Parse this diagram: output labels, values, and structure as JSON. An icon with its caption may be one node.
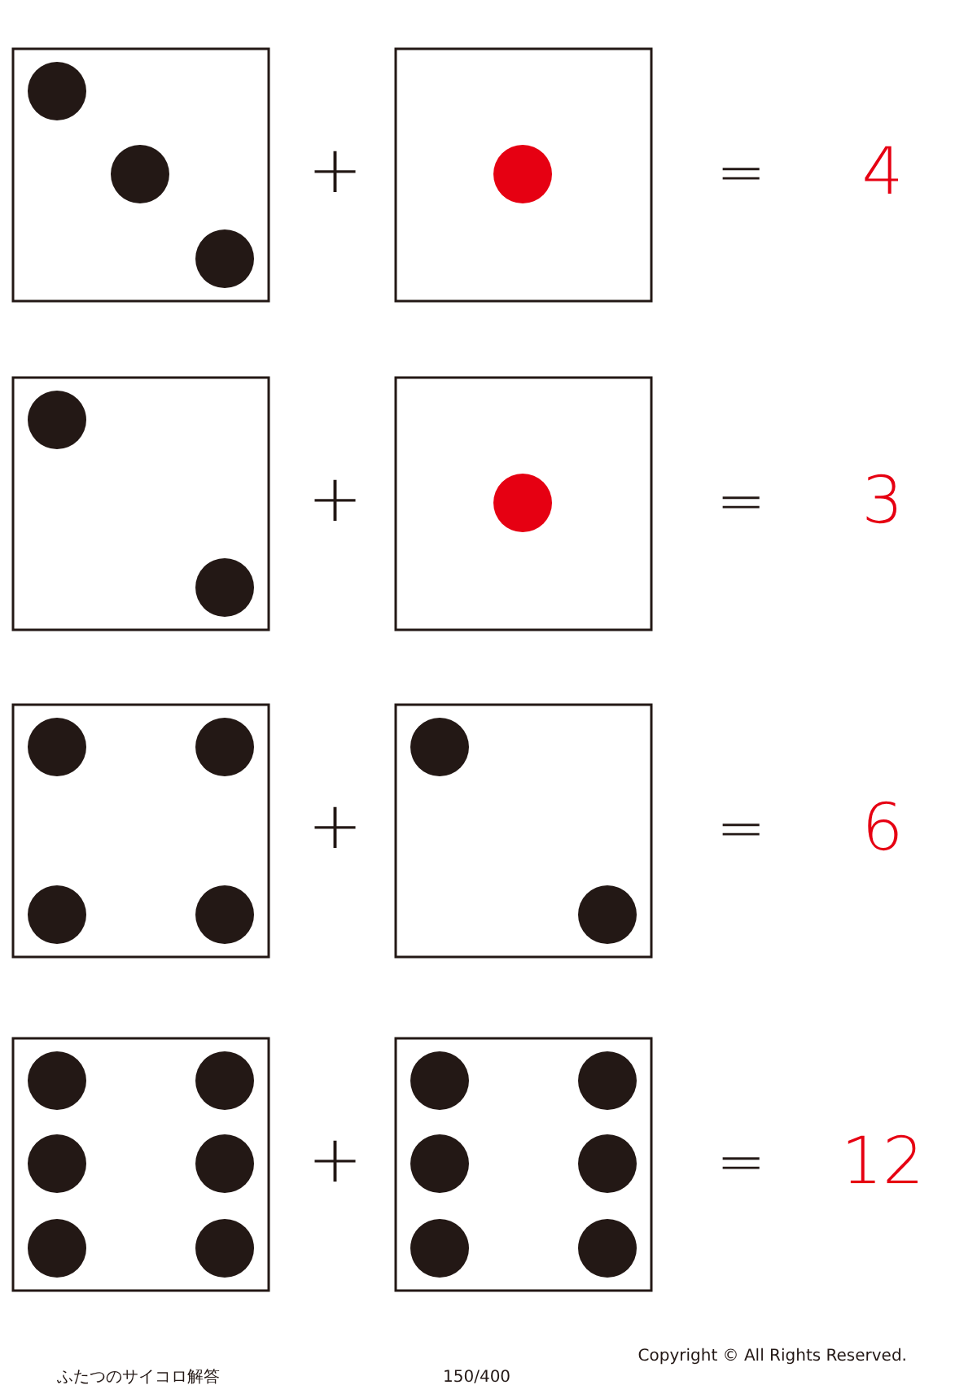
{
  "diagram": {
    "labels": [
      "+",
      "=",
      "4",
      "+",
      "=",
      "3",
      "+",
      "=",
      "6",
      "+",
      "=",
      "12",
      "ふたつのサイコロ解答",
      "150/400",
      "Copyright © All Rights Reserved."
    ]
  }
}
